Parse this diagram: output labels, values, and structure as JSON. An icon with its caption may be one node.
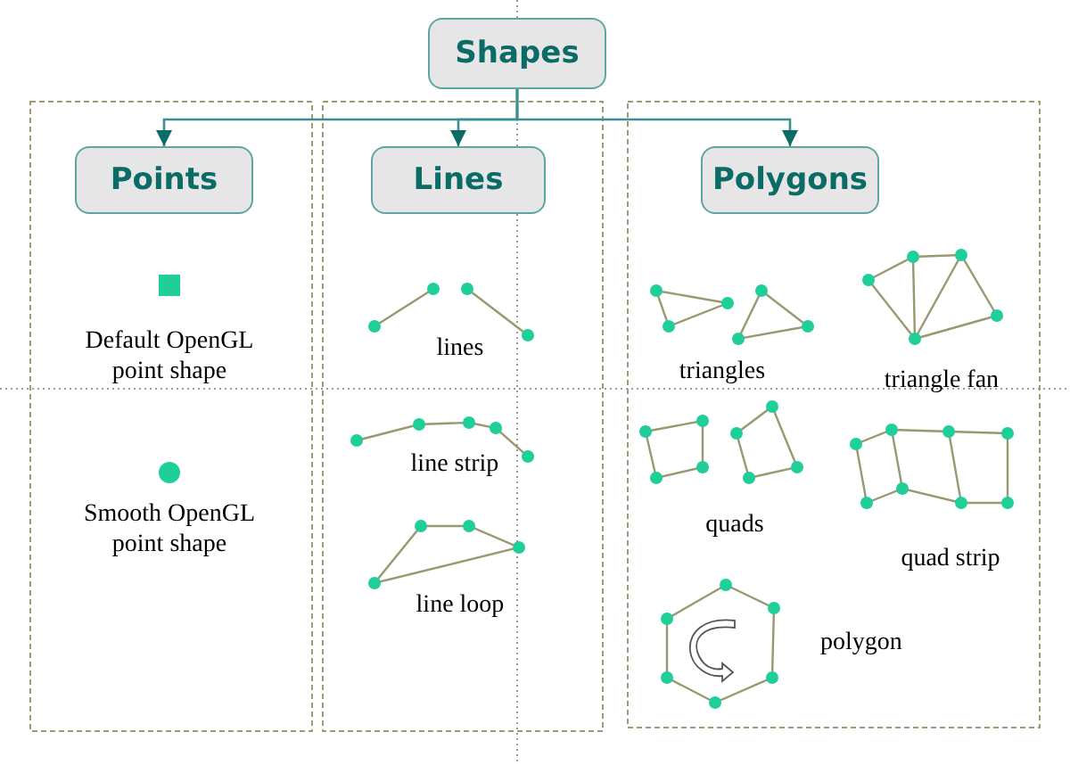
{
  "diagram": {
    "nodes": [
      {
        "text": [
          "Shapes"
        ]
      },
      {
        "text": [
          "Points"
        ]
      },
      {
        "text": [
          "Lines"
        ]
      },
      {
        "text": [
          "Polygons"
        ]
      }
    ],
    "edges": [
      {
        "from": 0,
        "to": 1,
        "arrow": "to"
      },
      {
        "from": 0,
        "to": 2,
        "arrow": "to"
      },
      {
        "from": 0,
        "to": 3,
        "arrow": "to"
      }
    ],
    "labels": [
      "Default OpenGL point shape",
      "lines",
      "triangles",
      "triangle fan",
      "Smooth OpenGL point shape",
      "line strip",
      "quads",
      "quad strip",
      "line loop",
      "polygon"
    ]
  }
}
